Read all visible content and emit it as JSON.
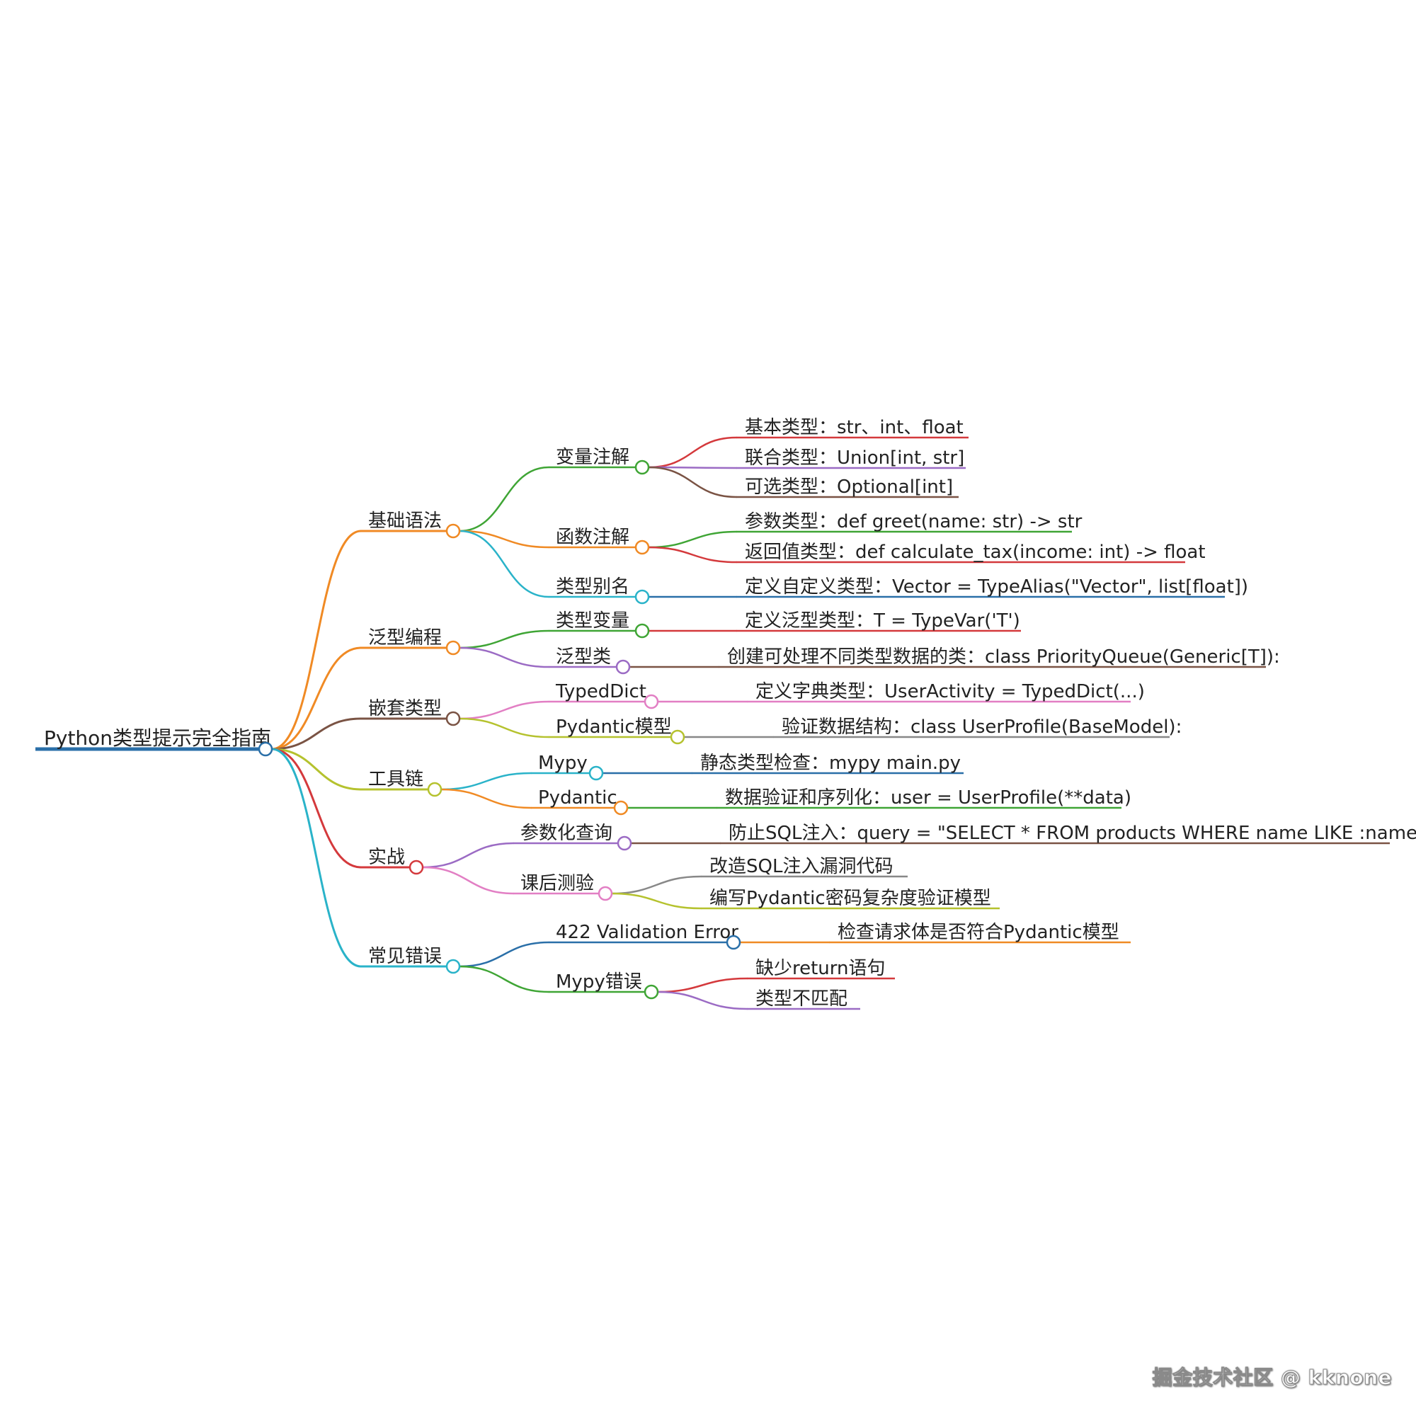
{
  "mindmap": {
    "root": {
      "label": "Python类型提示完全指南",
      "color": "#2a6fa8"
    },
    "branches": [
      {
        "label": "基础语法",
        "color": "#f08a24",
        "children": [
          {
            "label": "变量注解",
            "color": "#3fa535",
            "children": [
              {
                "label": "基本类型：str、int、float",
                "color": "#d4393c"
              },
              {
                "label": "联合类型：Union[int, str]",
                "color": "#9b6bc4"
              },
              {
                "label": "可选类型：Optional[int]",
                "color": "#7a5344"
              }
            ]
          },
          {
            "label": "函数注解",
            "color": "#f08a24",
            "children": [
              {
                "label": "参数类型：def greet(name: str) -> str",
                "color": "#3fa535"
              },
              {
                "label": "返回值类型：def calculate_tax(income: int) -> float",
                "color": "#d4393c"
              }
            ]
          },
          {
            "label": "类型别名",
            "color": "#2ab3c9",
            "children": [
              {
                "label": "定义自定义类型：Vector = TypeAlias(\"Vector\", list[float])",
                "color": "#2a6fa8"
              }
            ]
          }
        ]
      },
      {
        "label": "泛型编程",
        "color": "#f08a24",
        "children": [
          {
            "label": "类型变量",
            "color": "#3fa535",
            "children": [
              {
                "label": "定义泛型类型：T = TypeVar('T')",
                "color": "#d4393c"
              }
            ]
          },
          {
            "label": "泛型类",
            "color": "#9b6bc4",
            "children": [
              {
                "label": "创建可处理不同类型数据的类：class PriorityQueue(Generic[T]):",
                "color": "#7a5344"
              }
            ]
          }
        ]
      },
      {
        "label": "嵌套类型",
        "color": "#7a5344",
        "children": [
          {
            "label": "TypedDict",
            "color": "#e27fc4",
            "children": [
              {
                "label": "定义字典类型：UserActivity = TypedDict(...)",
                "color": "#e27fc4"
              }
            ]
          },
          {
            "label": "Pydantic模型",
            "color": "#b5c22e",
            "children": [
              {
                "label": "验证数据结构：class UserProfile(BaseModel):",
                "color": "#888888"
              }
            ]
          }
        ]
      },
      {
        "label": "工具链",
        "color": "#b5c22e",
        "children": [
          {
            "label": "Mypy",
            "color": "#2ab3c9",
            "children": [
              {
                "label": "静态类型检查：mypy main.py",
                "color": "#2a6fa8"
              }
            ]
          },
          {
            "label": "Pydantic",
            "color": "#f08a24",
            "children": [
              {
                "label": "数据验证和序列化：user = UserProfile(**data)",
                "color": "#3fa535"
              }
            ]
          }
        ]
      },
      {
        "label": "实战",
        "color": "#d4393c",
        "children": [
          {
            "label": "参数化查询",
            "color": "#9b6bc4",
            "children": [
              {
                "label": "防止SQL注入：query = \"SELECT * FROM products WHERE name LIKE :name\"",
                "color": "#7a5344"
              }
            ]
          },
          {
            "label": "课后测验",
            "color": "#e27fc4",
            "children": [
              {
                "label": "改造SQL注入漏洞代码",
                "color": "#888888"
              },
              {
                "label": "编写Pydantic密码复杂度验证模型",
                "color": "#b5c22e"
              }
            ]
          }
        ]
      },
      {
        "label": "常见错误",
        "color": "#2ab3c9",
        "children": [
          {
            "label": "422 Validation Error",
            "color": "#2a6fa8",
            "children": [
              {
                "label": "检查请求体是否符合Pydantic模型",
                "color": "#f08a24"
              }
            ]
          },
          {
            "label": "Mypy错误",
            "color": "#3fa535",
            "children": [
              {
                "label": "缺少return语句",
                "color": "#d4393c"
              },
              {
                "label": "类型不匹配",
                "color": "#9b6bc4"
              }
            ]
          }
        ]
      }
    ]
  },
  "watermark": "掘金技术社区 @ kknone"
}
